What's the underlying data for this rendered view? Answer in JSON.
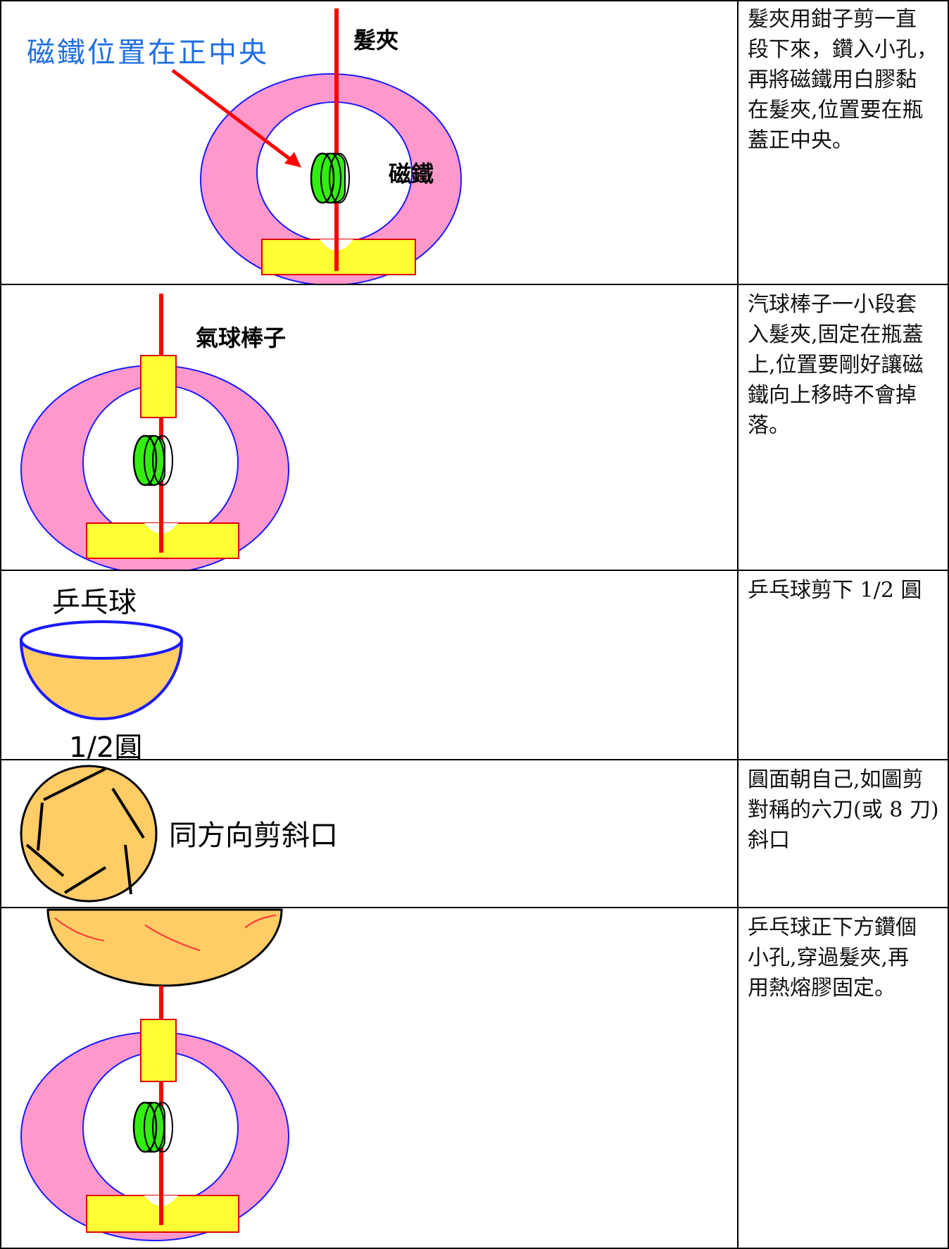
{
  "steps": [
    {
      "figure": {
        "label_center": "磁鐵位置在正中央",
        "label_hairclip": "髮夾",
        "label_magnet": "磁鐵"
      },
      "description": "髮夾用鉗子剪一直\n段下來，鑽入小孔，\n再將磁鐵用白膠黏\n在髮夾,位置要在瓶\n蓋正中央。"
    },
    {
      "figure": {
        "label_balloon_stick": "氣球棒子"
      },
      "description": "汽球棒子一小段套\n入髮夾,固定在瓶蓋\n上,位置要剛好讓磁\n鐵向上移時不會掉\n落。"
    },
    {
      "figure": {
        "label_pingpong": "乒乓球",
        "label_half": "1/2圓"
      },
      "description": "乒乓球剪下 1/2 圓"
    },
    {
      "figure": {
        "label_cut": "同方向剪斜口"
      },
      "description": "圓面朝自己,如圖剪\n對稱的六刀(或 8 刀)\n斜口"
    },
    {
      "figure": {},
      "description": "乒乓球正下方鑽個\n小孔,穿過髮夾,再\n用熱熔膠固定。"
    }
  ],
  "colors": {
    "ring_fill": "#ff99cc",
    "ring_stroke": "#1a1aff",
    "rod": "#ff0000",
    "magnet": "#33ee11",
    "base": "#ffff33",
    "ball": "#ffcc66",
    "label_blue": "#1f6fe0"
  }
}
